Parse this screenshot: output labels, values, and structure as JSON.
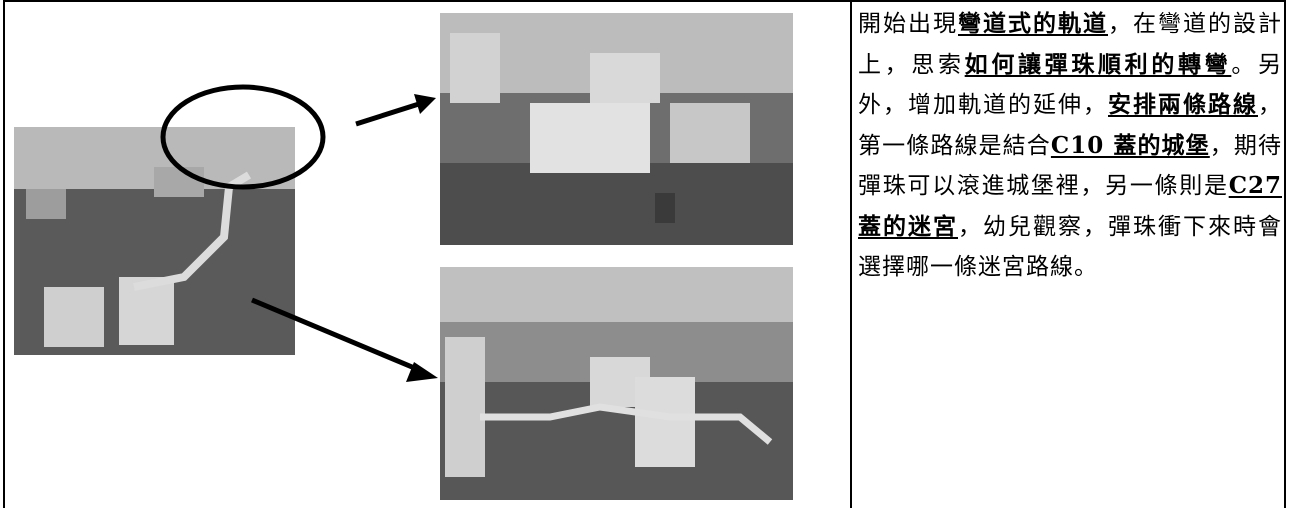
{
  "text_segments": [
    {
      "text": "開始出現",
      "strong": false
    },
    {
      "text": "彎道式的軌道",
      "strong": true
    },
    {
      "text": "，在彎道的設計上，思索",
      "strong": false
    },
    {
      "text": "如何讓彈珠順利的轉彎",
      "strong": true
    },
    {
      "text": "。另外，增加軌道的延伸，",
      "strong": false
    },
    {
      "text": "安排兩條路線",
      "strong": true
    },
    {
      "text": "，第一條路線是結合",
      "strong": false
    },
    {
      "text": "C10 蓋的城堡",
      "strong": true
    },
    {
      "text": "，期待彈珠可以滾進城堡裡，另一條則是",
      "strong": false
    },
    {
      "text": "C27 蓋的迷宮",
      "strong": true
    },
    {
      "text": "，幼兒觀察，彈珠衝下來時會選擇哪一條迷宮路線。",
      "strong": false
    }
  ]
}
